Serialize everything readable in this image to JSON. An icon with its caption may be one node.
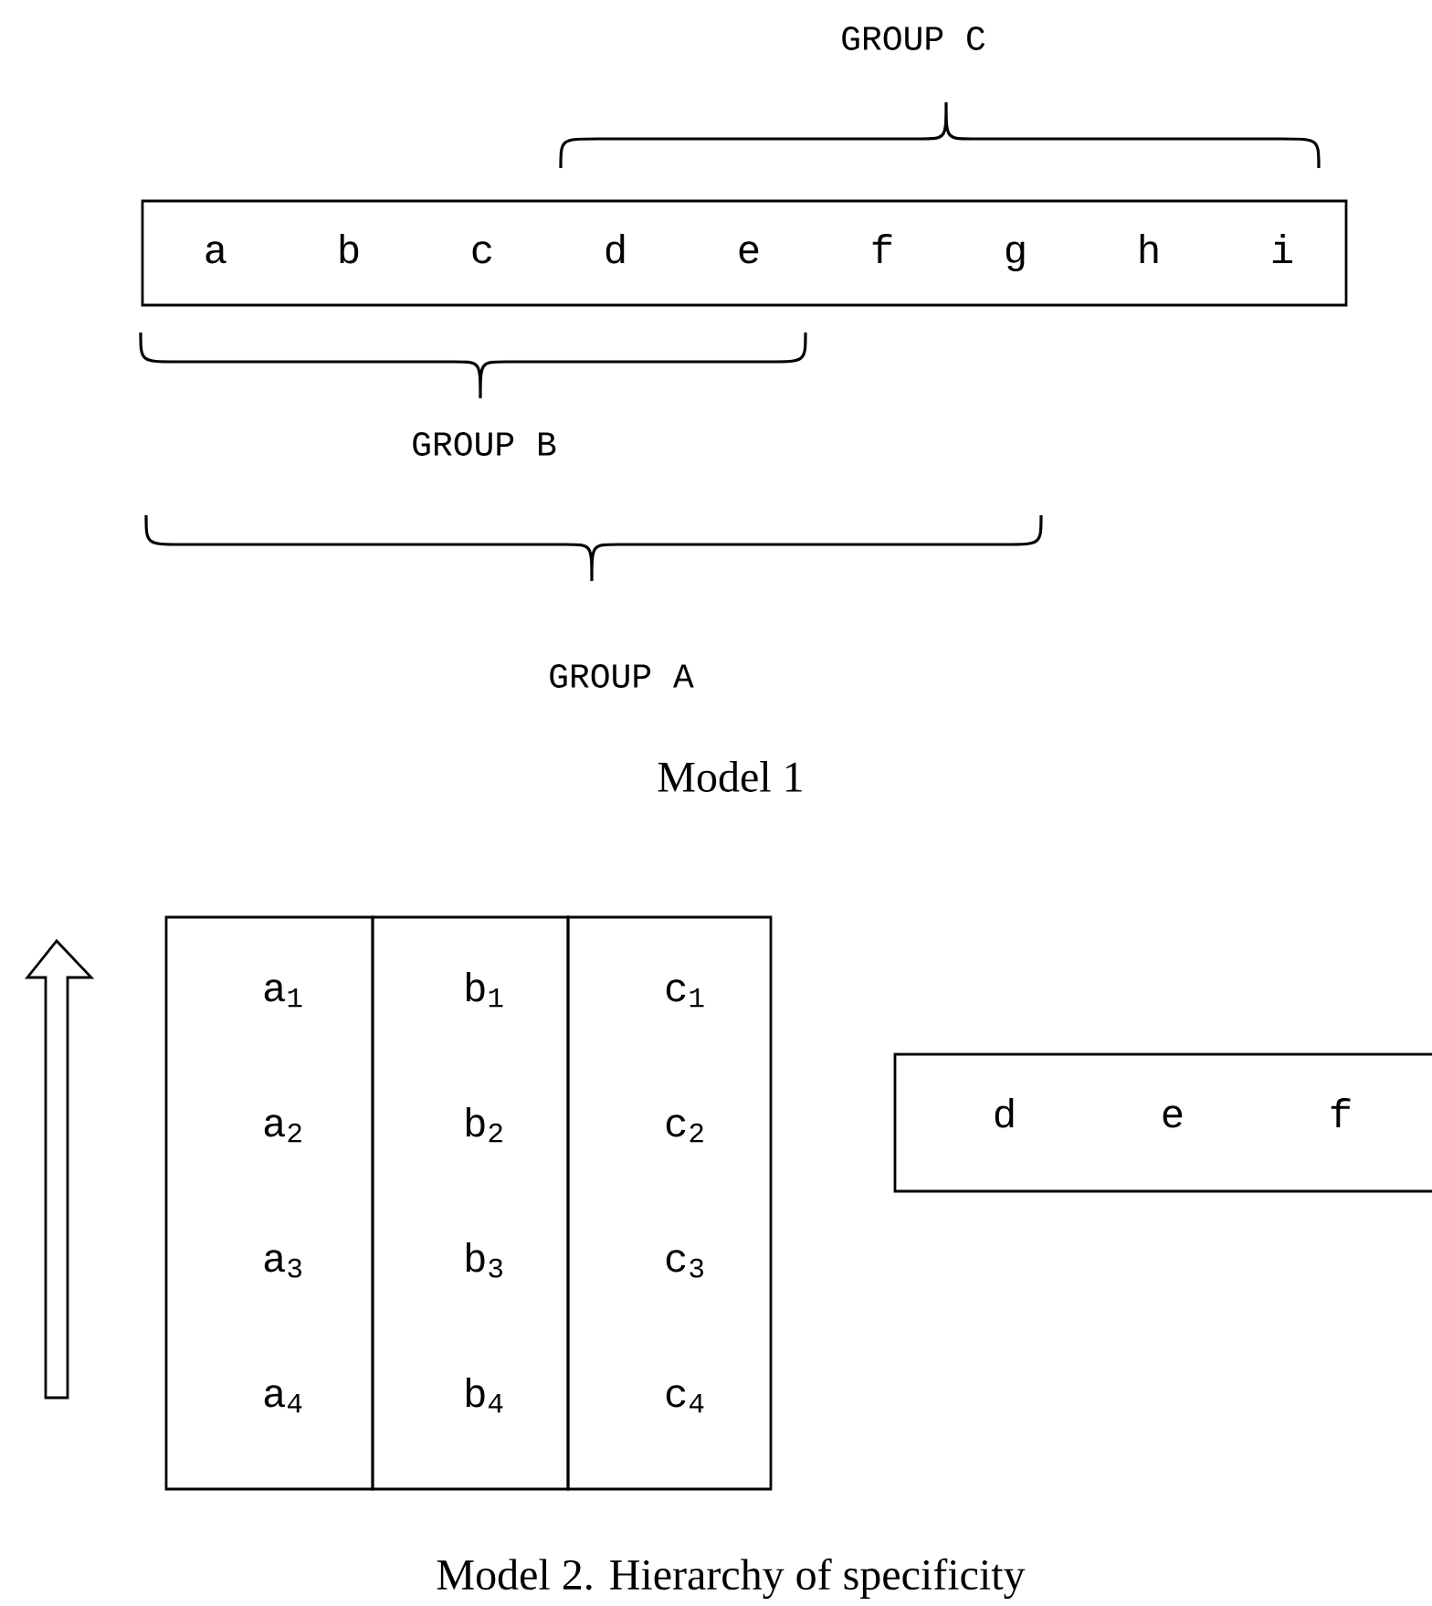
{
  "diagram": {
    "nodes": [
      {
        "text": [
          "a",
          "b",
          "c",
          "d",
          "e",
          "f",
          "g",
          "h",
          "i"
        ]
      },
      {
        "text": [
          "a$_{1}$",
          "a$_{2}$",
          "a$_{3}$",
          "a$_{4}$"
        ]
      },
      {
        "text": [
          "b$_{1}$",
          "b$_{2}$",
          "b$_{3}$",
          "b$_{4}$"
        ]
      },
      {
        "text": [
          "c$_{1}$",
          "c$_{2}$",
          "c$_{3}$",
          "c$_{4}$"
        ]
      },
      {
        "text": [
          "d",
          "e",
          "f"
        ]
      }
    ],
    "labels": [
      "GROUP C",
      "GROUP B",
      "GROUP A",
      "Model 1",
      "Model 2. Hierarchy of specificity"
    ]
  }
}
